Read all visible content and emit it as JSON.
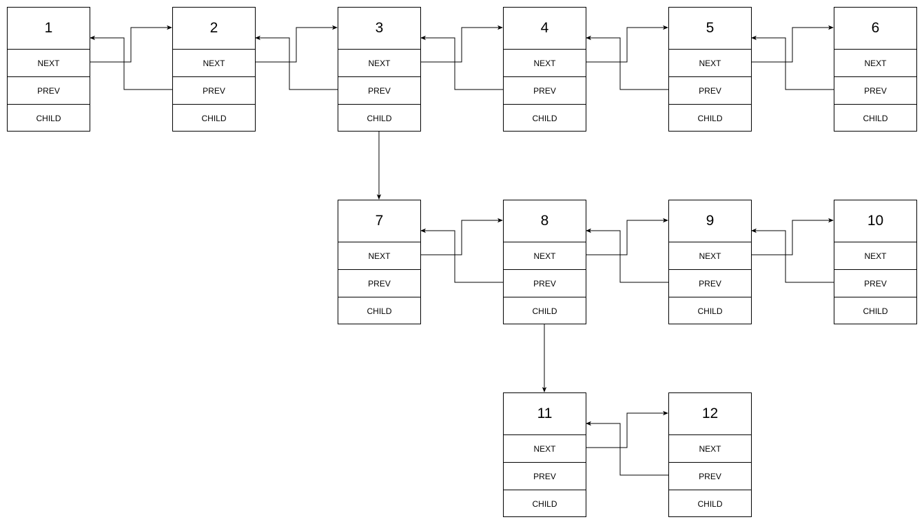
{
  "diagram": {
    "nodes": [
      {
        "id": "1",
        "value": "1",
        "next_label": "NEXT",
        "prev_label": "PREV",
        "child_label": "CHILD"
      },
      {
        "id": "2",
        "value": "2",
        "next_label": "NEXT",
        "prev_label": "PREV",
        "child_label": "CHILD"
      },
      {
        "id": "3",
        "value": "3",
        "next_label": "NEXT",
        "prev_label": "PREV",
        "child_label": "CHILD"
      },
      {
        "id": "4",
        "value": "4",
        "next_label": "NEXT",
        "prev_label": "PREV",
        "child_label": "CHILD"
      },
      {
        "id": "5",
        "value": "5",
        "next_label": "NEXT",
        "prev_label": "PREV",
        "child_label": "CHILD"
      },
      {
        "id": "6",
        "value": "6",
        "next_label": "NEXT",
        "prev_label": "PREV",
        "child_label": "CHILD"
      },
      {
        "id": "7",
        "value": "7",
        "next_label": "NEXT",
        "prev_label": "PREV",
        "child_label": "CHILD"
      },
      {
        "id": "8",
        "value": "8",
        "next_label": "NEXT",
        "prev_label": "PREV",
        "child_label": "CHILD"
      },
      {
        "id": "9",
        "value": "9",
        "next_label": "NEXT",
        "prev_label": "PREV",
        "child_label": "CHILD"
      },
      {
        "id": "10",
        "value": "10",
        "next_label": "NEXT",
        "prev_label": "PREV",
        "child_label": "CHILD"
      },
      {
        "id": "11",
        "value": "11",
        "next_label": "NEXT",
        "prev_label": "PREV",
        "child_label": "CHILD"
      },
      {
        "id": "12",
        "value": "12",
        "next_label": "NEXT",
        "prev_label": "PREV",
        "child_label": "CHILD"
      }
    ],
    "levels": [
      [
        "1",
        "2",
        "3",
        "4",
        "5",
        "6"
      ],
      [
        "7",
        "8",
        "9",
        "10"
      ],
      [
        "11",
        "12"
      ]
    ],
    "next_links": [
      [
        "1",
        "2"
      ],
      [
        "2",
        "3"
      ],
      [
        "3",
        "4"
      ],
      [
        "4",
        "5"
      ],
      [
        "5",
        "6"
      ],
      [
        "7",
        "8"
      ],
      [
        "8",
        "9"
      ],
      [
        "9",
        "10"
      ],
      [
        "11",
        "12"
      ]
    ],
    "prev_links": [
      [
        "2",
        "1"
      ],
      [
        "3",
        "2"
      ],
      [
        "4",
        "3"
      ],
      [
        "5",
        "4"
      ],
      [
        "6",
        "5"
      ],
      [
        "8",
        "7"
      ],
      [
        "9",
        "8"
      ],
      [
        "10",
        "9"
      ],
      [
        "12",
        "11"
      ]
    ],
    "child_links": [
      [
        "3",
        "7"
      ],
      [
        "8",
        "11"
      ]
    ],
    "colors": {
      "line": "#000000",
      "box_fill": "#ffffff",
      "background": "#ffffff"
    }
  }
}
